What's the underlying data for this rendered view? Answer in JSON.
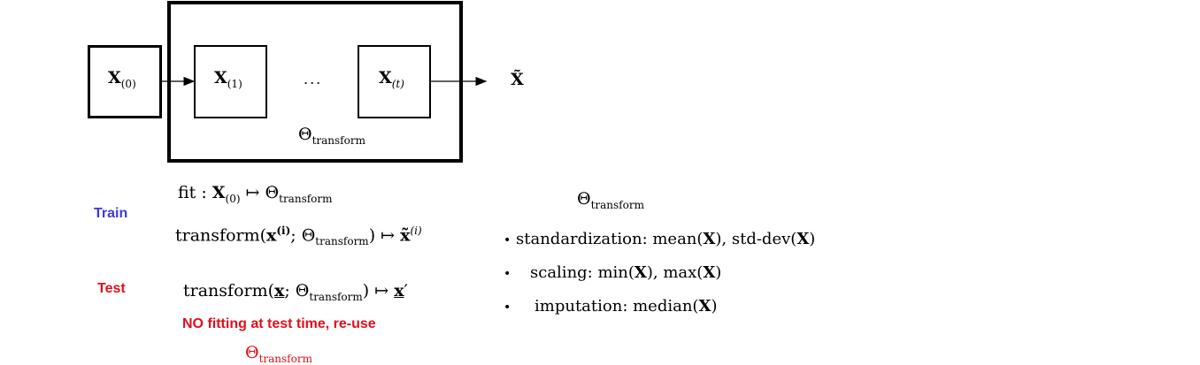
{
  "diagram": {
    "node_x0": {
      "symbol": "X",
      "subscript": "(0)"
    },
    "node_x1": {
      "symbol": "X",
      "subscript": "(1)"
    },
    "ellipsis": "...",
    "node_xt": {
      "symbol": "X",
      "subscript": "(t)"
    },
    "output": {
      "symbol": "X̃"
    },
    "outer_label": {
      "symbol": "Θ",
      "subscript": "transform"
    }
  },
  "train": {
    "label": "Train",
    "fit": {
      "prefix": "fit : ",
      "x_symbol": "X",
      "x_sub": "(0)",
      "mapsto": " ↦ ",
      "theta": "Θ",
      "theta_sub": "transform"
    },
    "transform": {
      "prefix": "transform(",
      "x_symbol": "x",
      "x_sup": "(i)",
      "sep": "; ",
      "theta": "Θ",
      "theta_sub": "transform",
      "close": ")",
      "mapsto": " ↦ ",
      "out_symbol": "x̃",
      "out_sup": "(i)"
    }
  },
  "test": {
    "label": "Test",
    "transform": {
      "prefix": "transform(",
      "x_symbol": "x",
      "sep": "; ",
      "theta": "Θ",
      "theta_sub": "transform",
      "close": ")",
      "mapsto": " ↦ ",
      "out_symbol": "x",
      "out_prime": "′"
    },
    "note": "NO fitting at test time, re-use",
    "note_theta": "Θ",
    "note_theta_sub": "transform"
  },
  "examples": {
    "header_theta": "Θ",
    "header_sub": "transform",
    "bullet": "•",
    "items": [
      {
        "text": "standardization: mean(",
        "x": "X",
        "mid": "), std-dev(",
        "x2": "X",
        "end": ")"
      },
      {
        "text": "scaling: min(",
        "x": "X",
        "mid": "), max(",
        "x2": "X",
        "end": ")"
      },
      {
        "text": "imputation: median(",
        "x": "X",
        "mid": ")",
        "x2": "",
        "end": ""
      }
    ]
  }
}
